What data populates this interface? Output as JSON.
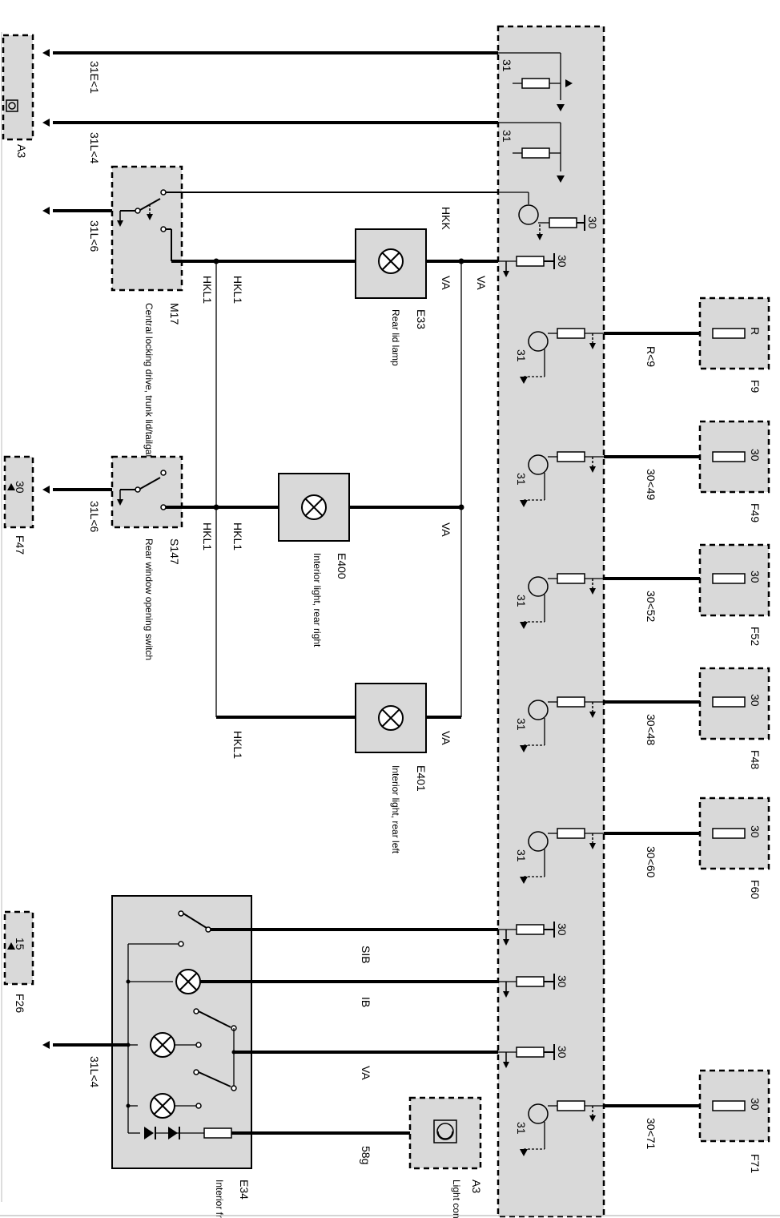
{
  "rails": {
    "r31e1": "31E<1",
    "r31l4": "31L<4",
    "r31l6": "31L<6",
    "r31l6b": "31L<6",
    "r31l4b": "31L<4"
  },
  "components": {
    "a3": {
      "id": "A3"
    },
    "a3b": {
      "id": "A3",
      "text": "Light contr"
    },
    "m17": {
      "id": "M17",
      "text": "Central locking drive, trunk lid/tailgate"
    },
    "s147": {
      "id": "S147",
      "text": "Rear window opening switch"
    },
    "e33": {
      "id": "E33",
      "text": "Rear lid lamp"
    },
    "e400": {
      "id": "E400",
      "text": "Interior light, rear right"
    },
    "e401": {
      "id": "E401",
      "text": "Interior light, rear left"
    },
    "e34": {
      "id": "E34",
      "text": "Interior front"
    },
    "f47": {
      "id": "F47",
      "pin": "30"
    },
    "f26": {
      "id": "F26",
      "pin": "15"
    }
  },
  "wires": {
    "hkk": "HKK",
    "hkl1": "HKL1",
    "va": "VA",
    "sib": "SIB",
    "ib": "IB",
    "g58": "58g"
  },
  "module_pins": {
    "p31": "31",
    "p30": "30"
  },
  "fuses": [
    {
      "id": "F9",
      "pin": "R",
      "wire": "R<9"
    },
    {
      "id": "F49",
      "pin": "30",
      "wire": "30<49"
    },
    {
      "id": "F52",
      "pin": "30",
      "wire": "30<52"
    },
    {
      "id": "F48",
      "pin": "30",
      "wire": "30<48"
    },
    {
      "id": "F60",
      "pin": "30",
      "wire": "30<60"
    },
    {
      "id": "F71",
      "pin": "30",
      "wire": "30<71"
    }
  ]
}
